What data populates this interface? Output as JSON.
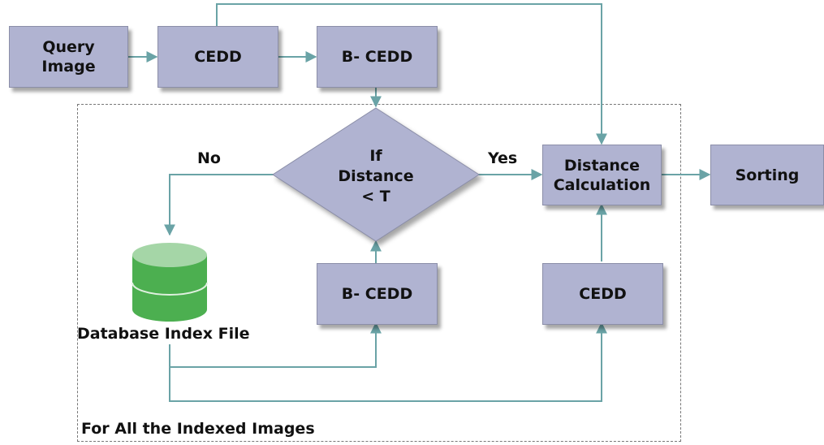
{
  "nodes": {
    "query_image": "Query\nImage",
    "cedd_top": "CEDD",
    "bcedd_top": "B- CEDD",
    "decision": "If\nDistance\n< T",
    "distance_calc": "Distance\nCalculation",
    "sorting": "Sorting",
    "bcedd_bottom": "B- CEDD",
    "cedd_bottom": "CEDD",
    "database": "Database Index File"
  },
  "labels": {
    "no": "No",
    "yes": "Yes",
    "loop": "For All the Indexed Images"
  },
  "colors": {
    "box_fill": "#b0b3d1",
    "arrow": "#6aa3a6",
    "db_green": "#4caf50",
    "db_top": "#a5d6a7"
  }
}
